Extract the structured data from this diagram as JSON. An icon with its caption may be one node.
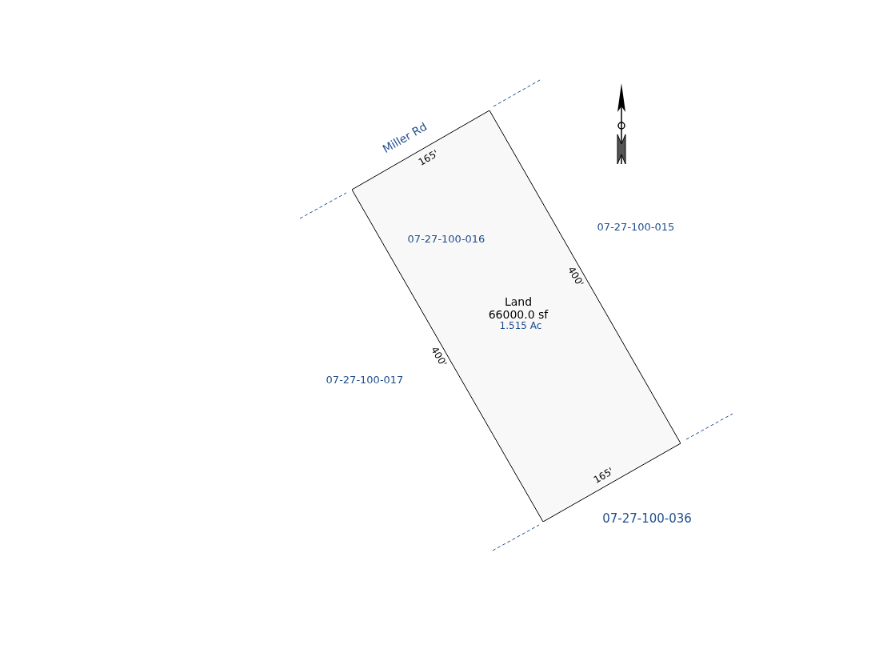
{
  "diagram": {
    "nodes": [
      {
        "text": [
          "07-27-100-016",
          "Land 66000.0 sf",
          "1.515 Ac"
        ]
      }
    ],
    "labels": [
      "Miller Rd",
      "165'",
      "07-27-100-015",
      "400'",
      "400'",
      "07-27-100-017",
      "165'",
      "07-27-100-036"
    ]
  }
}
